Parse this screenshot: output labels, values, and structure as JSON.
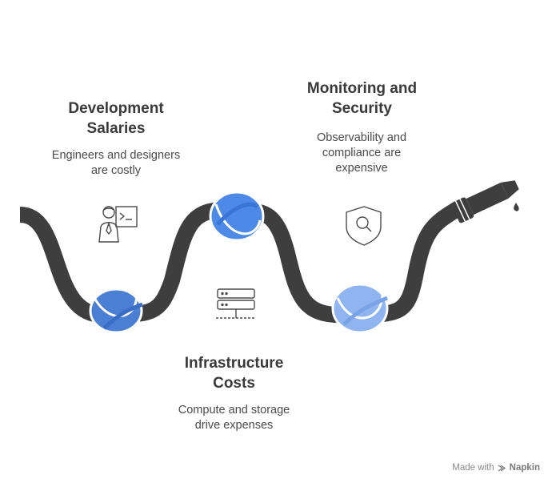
{
  "steps": [
    {
      "title": [
        "Development",
        "Salaries"
      ],
      "description": [
        "Engineers and designers",
        "are costly"
      ],
      "icon": "engineer-icon",
      "knot_color": "#4a7fd4"
    },
    {
      "title": [
        "Infrastructure",
        "Costs"
      ],
      "description": [
        "Compute and storage",
        "drive expenses"
      ],
      "icon": "server-icon",
      "knot_color": "#4d8ae8"
    },
    {
      "title": [
        "Monitoring and",
        "Security"
      ],
      "description": [
        "Observability and",
        "compliance are",
        "expensive"
      ],
      "icon": "shield-search-icon",
      "knot_color": "#8fb4f0"
    }
  ],
  "colors": {
    "hose": "#3e3e3e",
    "text": "#3a3a3a",
    "icon_stroke": "#4a4a4a"
  },
  "footer": {
    "made_with": "Made with",
    "brand": "Napkin"
  }
}
